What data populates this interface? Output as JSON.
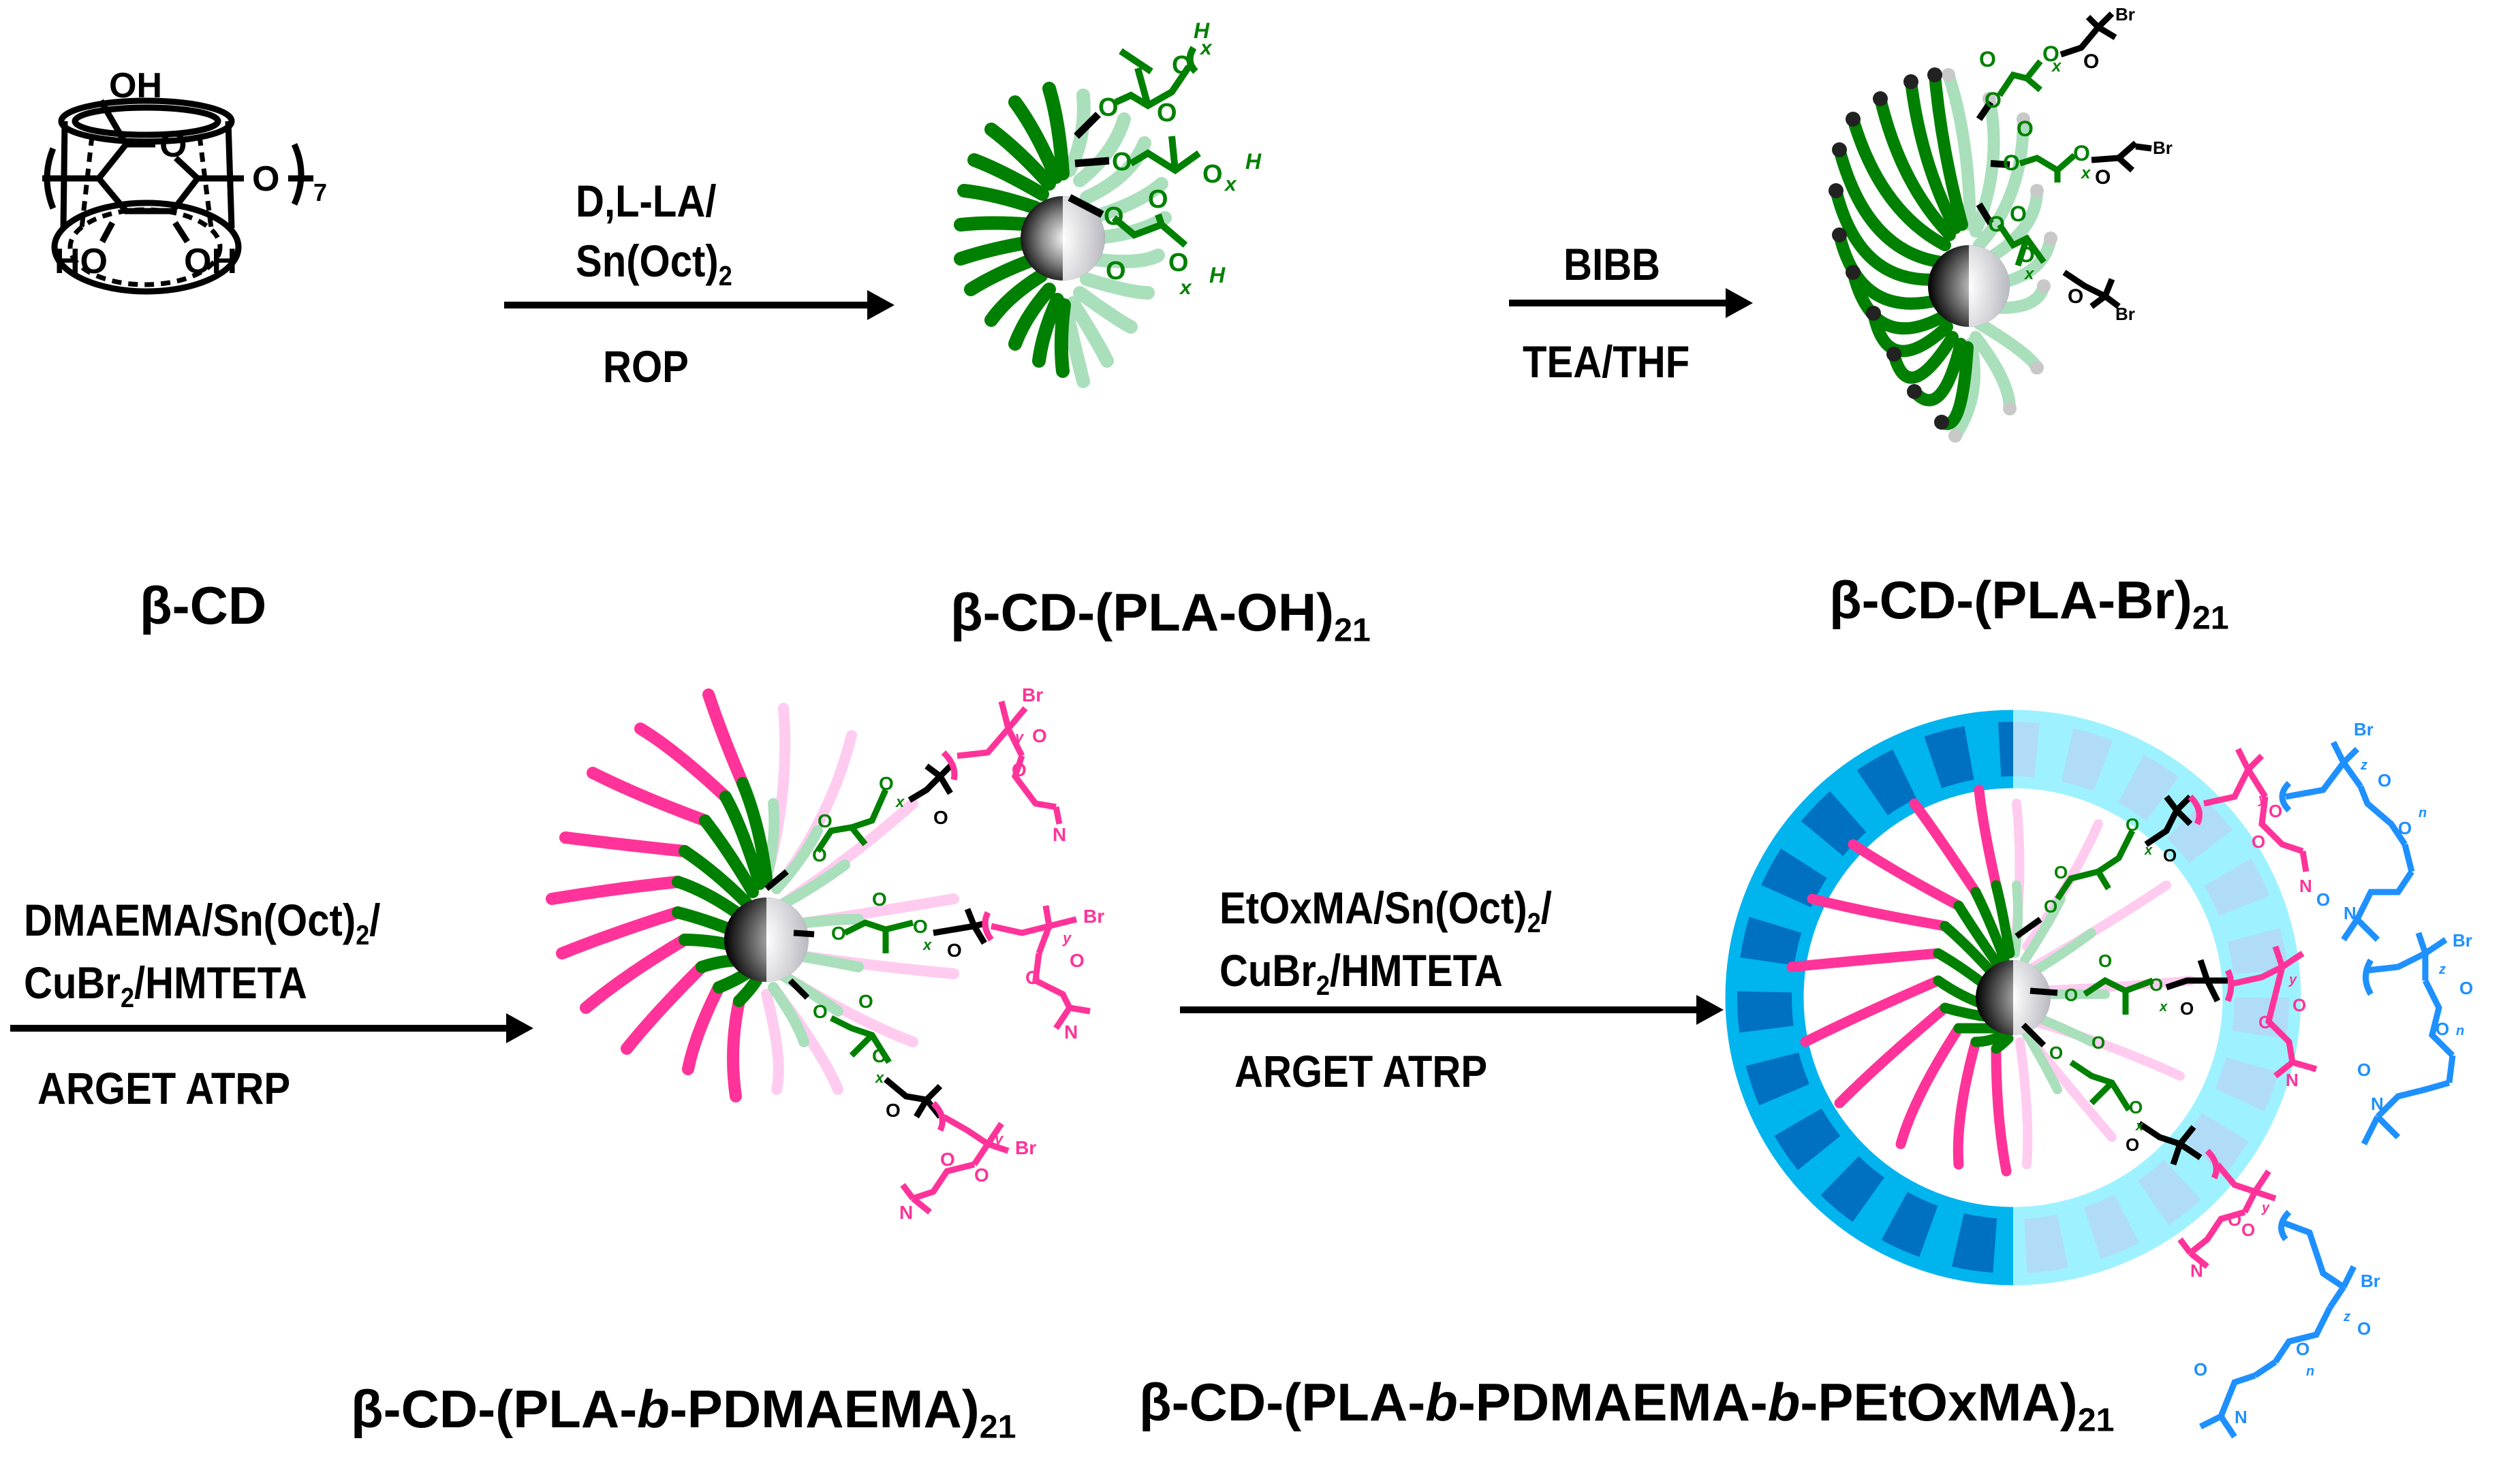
{
  "figure": {
    "type": "synthesis-scheme",
    "colors": {
      "pla_dark": "#008000",
      "pla_light": "#AADFBC",
      "pdmaema_pink": "#FF3399",
      "pdmaema_light": "#FFCCF0",
      "initiator_black": "#000000",
      "petoxma_blue": "#1E90FF",
      "shell_cyan": "#00B4EE",
      "shell_dark": "#0070C0",
      "shell_light": "#9EF2FF",
      "shell_light_pattern": "#B0DCF8"
    }
  },
  "compounds": {
    "beta_cd": {
      "label": "β-CD",
      "atoms": {
        "oh_top": "OH",
        "ring_o": "O",
        "bridge_o": "O",
        "repeat": "7",
        "ho_bottom_left": "HO",
        "oh_bottom_right": "OH"
      }
    },
    "pla_oh": {
      "label_main": "β-CD-(PLA-OH)",
      "label_sub": "21",
      "chain_atoms": {
        "o": "O",
        "h": "H",
        "x": "x"
      }
    },
    "pla_br": {
      "label_main": "β-CD-(PLA-Br)",
      "label_sub": "21",
      "chain_atoms": {
        "o": "O",
        "br": "Br",
        "x": "x"
      }
    },
    "pla_pdmaema": {
      "label_parts": [
        "β-CD-(PLA-",
        "b",
        "-PDMAEMA)"
      ],
      "label_sub": "21",
      "chain_atoms": {
        "o": "O",
        "br": "Br",
        "n": "N",
        "x": "x",
        "y": "y"
      }
    },
    "pla_pdmaema_petoxma": {
      "label_parts": [
        "β-CD-(PLA-",
        "b",
        "-PDMAEMA-",
        "b",
        "-PEtOxMA)"
      ],
      "label_sub": "21",
      "chain_atoms": {
        "o": "O",
        "br": "Br",
        "n": "N",
        "x": "x",
        "y": "y",
        "z": "z",
        "n_repeat": "n"
      }
    }
  },
  "steps": [
    {
      "id": "step1",
      "above": [
        "D,L-LA/",
        "Sn(Oct)",
        "2",
        ""
      ],
      "below": "ROP"
    },
    {
      "id": "step2",
      "above": [
        "BIBB"
      ],
      "below": "TEA/THF"
    },
    {
      "id": "step3",
      "above_line1": [
        "DMAEMA/Sn(Oct)",
        "2",
        "/"
      ],
      "above_line2": [
        "CuBr",
        "2",
        "/HMTETA"
      ],
      "below": "ARGET ATRP"
    },
    {
      "id": "step4",
      "above_line1": [
        "EtOxMA/Sn(Oct)",
        "2",
        "/"
      ],
      "above_line2": [
        "CuBr",
        "2",
        "/HMTETA"
      ],
      "below": "ARGET ATRP"
    }
  ]
}
